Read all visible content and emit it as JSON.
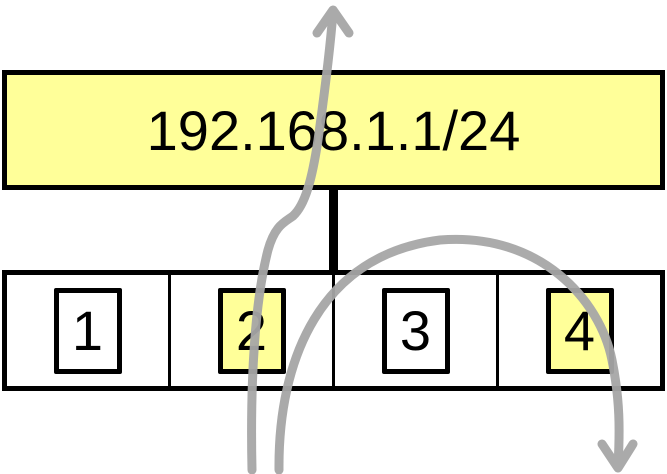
{
  "network": {
    "label": "192.168.1.1/24",
    "fill_color": "#ffff99"
  },
  "ports": [
    {
      "number": "1",
      "highlighted": false
    },
    {
      "number": "2",
      "highlighted": true
    },
    {
      "number": "3",
      "highlighted": false
    },
    {
      "number": "4",
      "highlighted": true
    }
  ],
  "colors": {
    "highlight": "#ffff99",
    "arrow": "#a6a6a6",
    "stroke": "#000000"
  },
  "arrows": [
    {
      "name": "uplink-arrow",
      "description": "from port 2 up through network box to outside"
    },
    {
      "name": "port-to-port-arrow",
      "description": "from port 2 arcs over to port 4 and exits downward"
    }
  ]
}
